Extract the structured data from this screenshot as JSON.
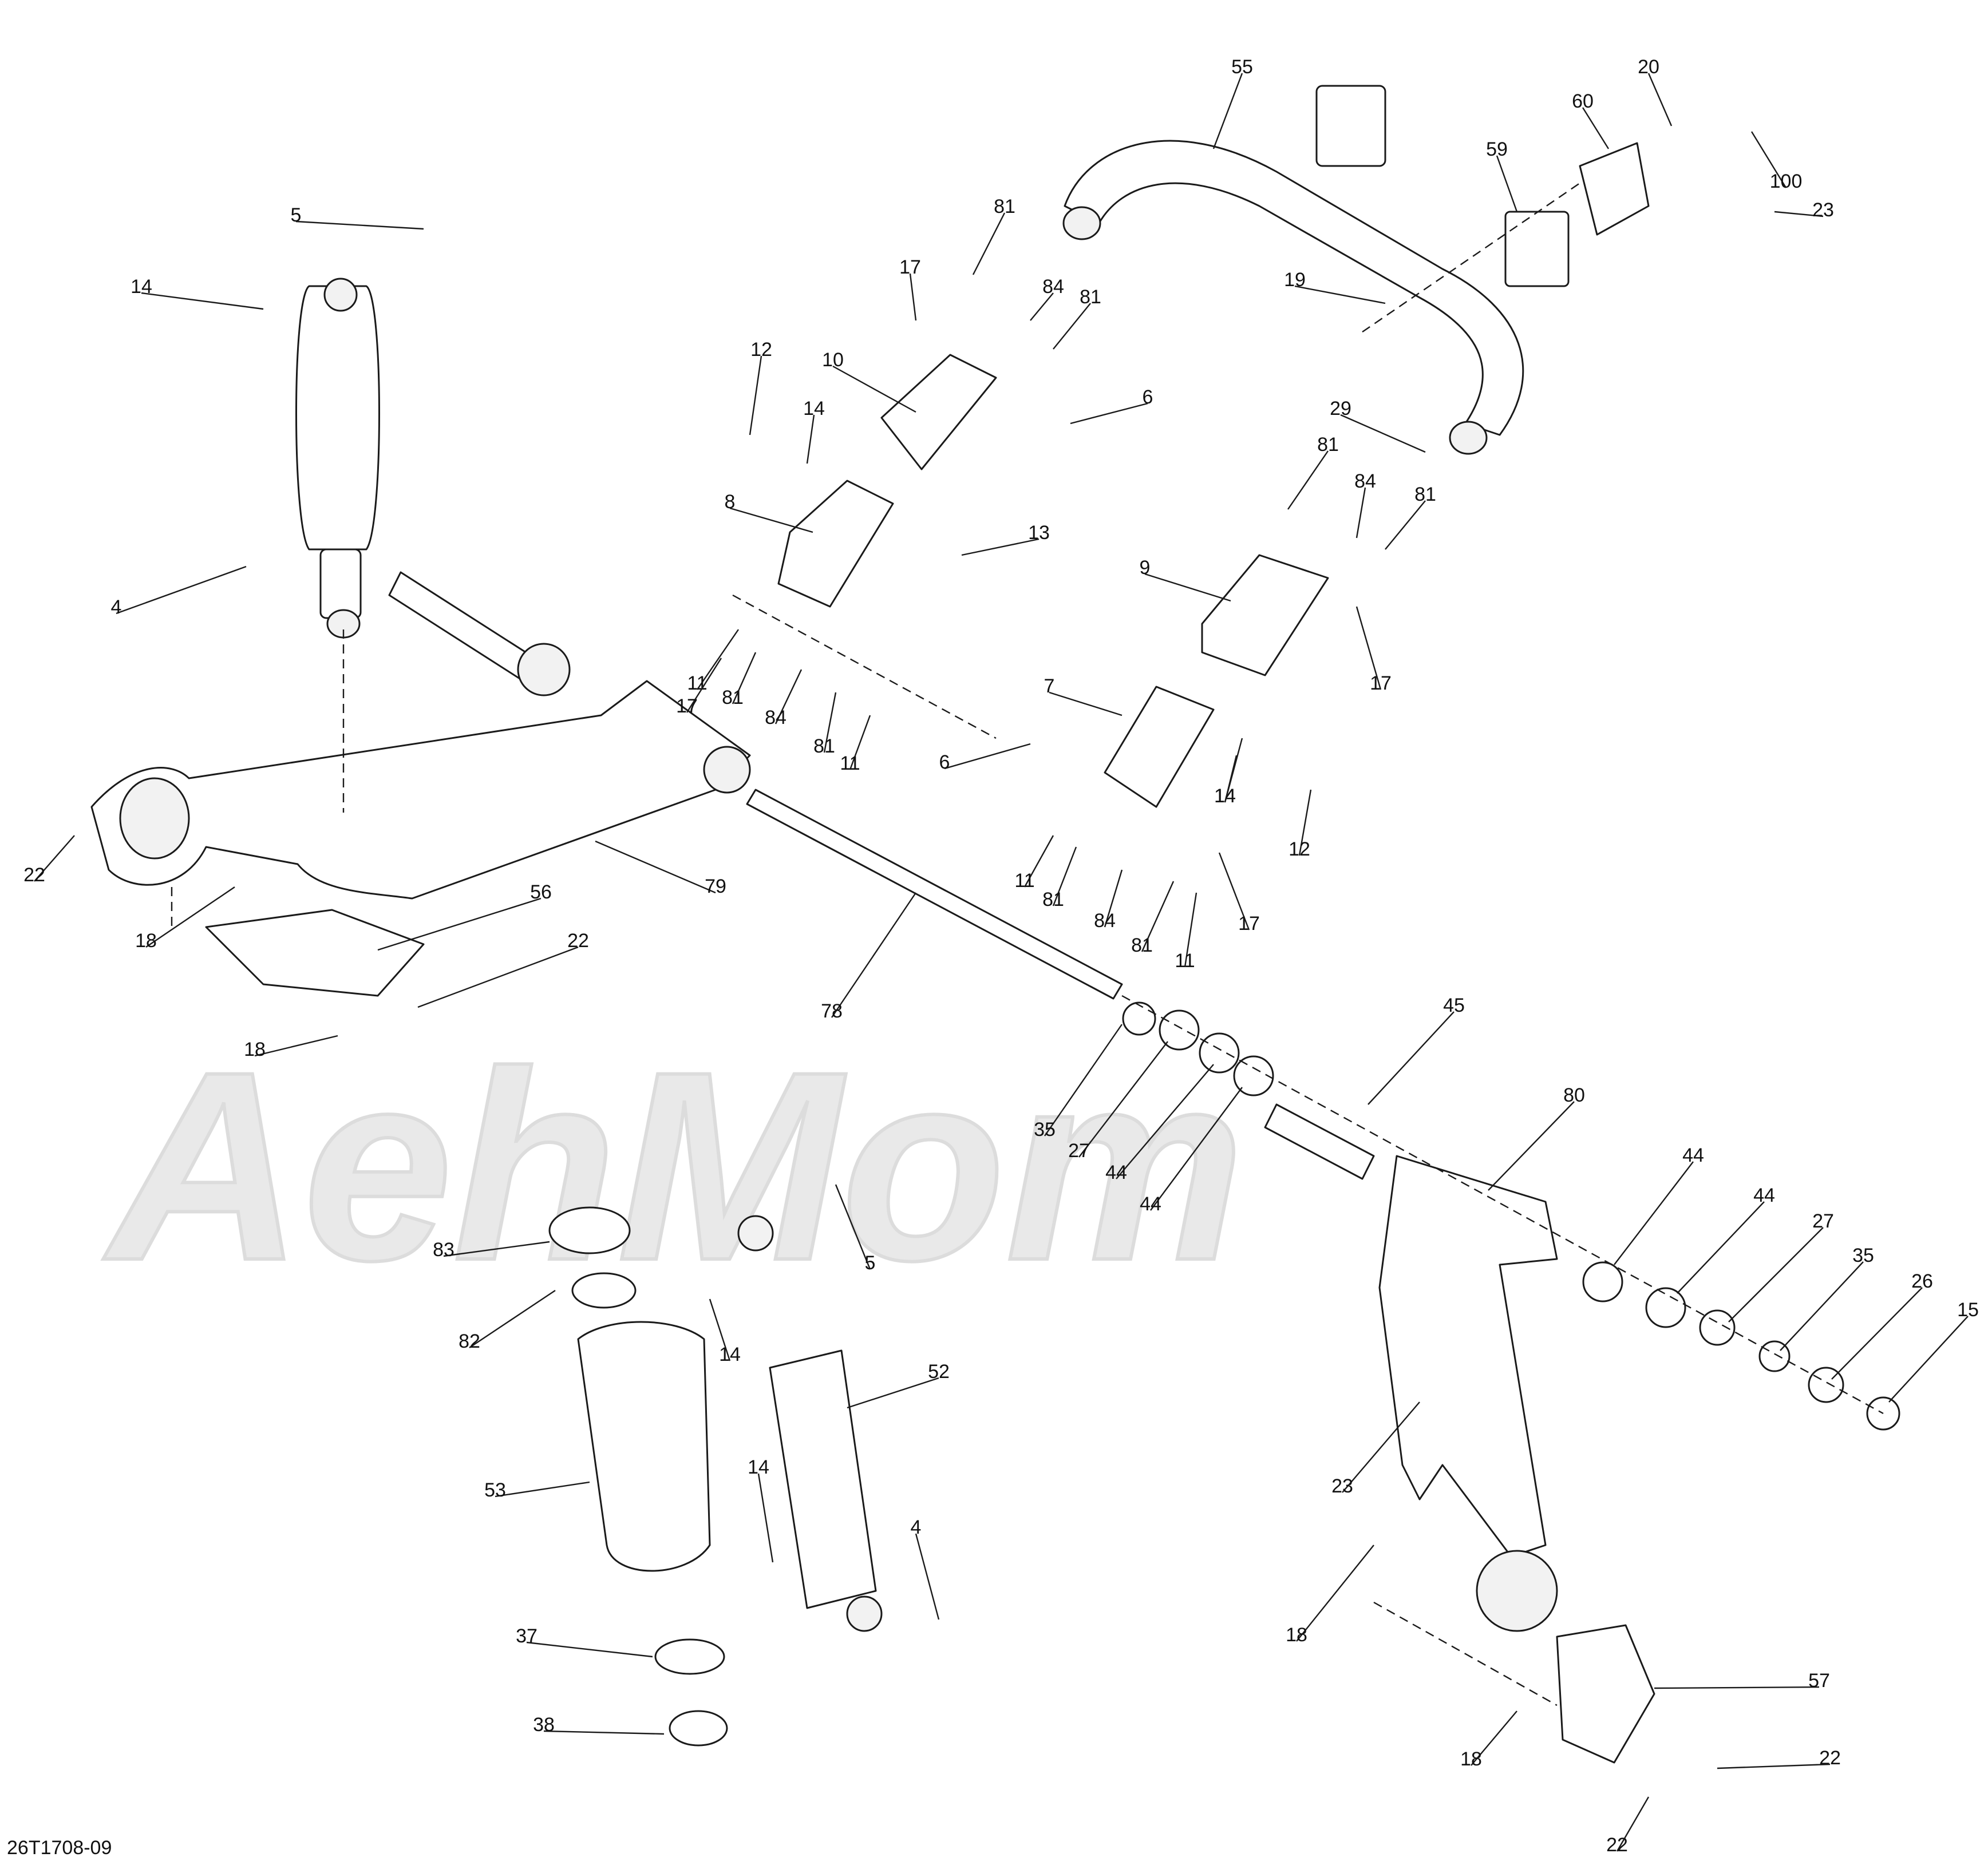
{
  "watermark": {
    "text": "AehMom"
  },
  "reference_code": "26T1708-09",
  "callout_labels": [
    "55",
    "20",
    "60",
    "59",
    "100",
    "23",
    "81",
    "17",
    "84",
    "81",
    "19",
    "12",
    "10",
    "14",
    "6",
    "29",
    "5",
    "14",
    "8",
    "13",
    "81",
    "84",
    "81",
    "9",
    "17",
    "4",
    "11",
    "81",
    "84",
    "81",
    "11",
    "6",
    "14",
    "17",
    "7",
    "14",
    "12",
    "22",
    "11",
    "81",
    "84",
    "81",
    "11",
    "17",
    "18",
    "56",
    "79",
    "22",
    "18",
    "78",
    "45",
    "35",
    "27",
    "44",
    "44",
    "80",
    "44",
    "44",
    "27",
    "35",
    "26",
    "15",
    "83",
    "5",
    "82",
    "14",
    "52",
    "53",
    "14",
    "4",
    "23",
    "18",
    "57",
    "37",
    "38",
    "18",
    "22",
    "22"
  ]
}
